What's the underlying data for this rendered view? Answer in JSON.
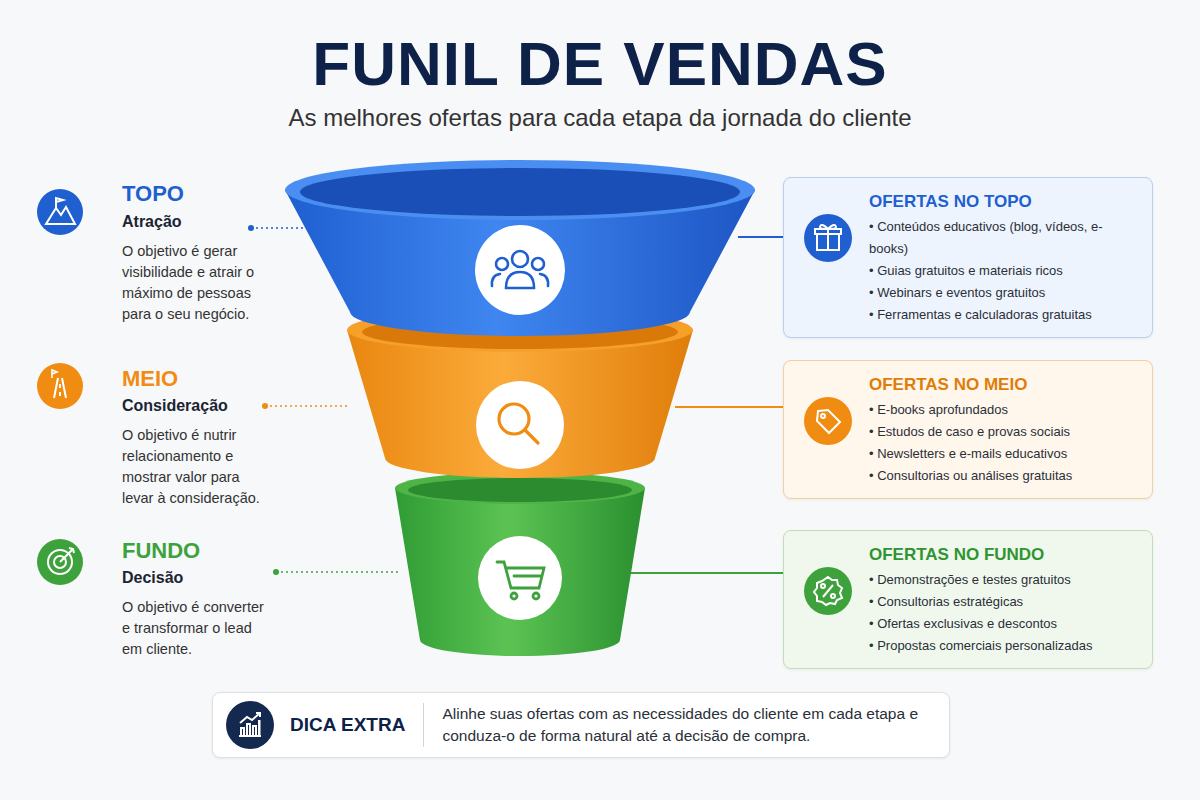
{
  "diagram": {
    "title": "FUNIL DE VENDAS",
    "nodes": [
      {
        "text": [
          "OFERTAS NO TOPO",
          "• Conteúdos educativos (blog, vídeos, e-books)",
          "• Guias gratuitos e materiais ricos",
          "• Webinars e eventos gratuitos",
          "• Ferramentas e calculadoras gratuitas"
        ]
      },
      {
        "text": [
          "OFERTAS NO MEIO",
          "• E-books aprofundados",
          "• Estudos de caso e provas sociais",
          "• Newsletters e e-mails educativos",
          "• Consultorias ou análises gratuitas"
        ]
      },
      {
        "text": [
          "OFERTAS NO FUNDO",
          "• Demonstrações e testes gratuitos",
          "• Consultorias estratégicas",
          "• Ofertas exclusivas e descontos",
          "• Propostas comerciais personalizadas"
        ]
      },
      {
        "text": [
          "DICA EXTRA",
          "Alinhe suas ofertas com as necessidades do cliente em cada etapa e conduza-o de forma natural até a decisão de compra."
        ]
      }
    ],
    "labels": [
      "As melhores ofertas para cada etapa da jornada do cliente",
      "TOPO",
      "Atração",
      "O objetivo é gerar visibilidade e atrair o máximo de pessoas para o seu negócio.",
      "MEIO",
      "Consideração",
      "O objetivo é nutrir relacionamento e mostrar valor para levar à consideração.",
      "FUNDO",
      "Decisão",
      "O objetivo é converter e transformar o lead em cliente."
    ]
  }
}
